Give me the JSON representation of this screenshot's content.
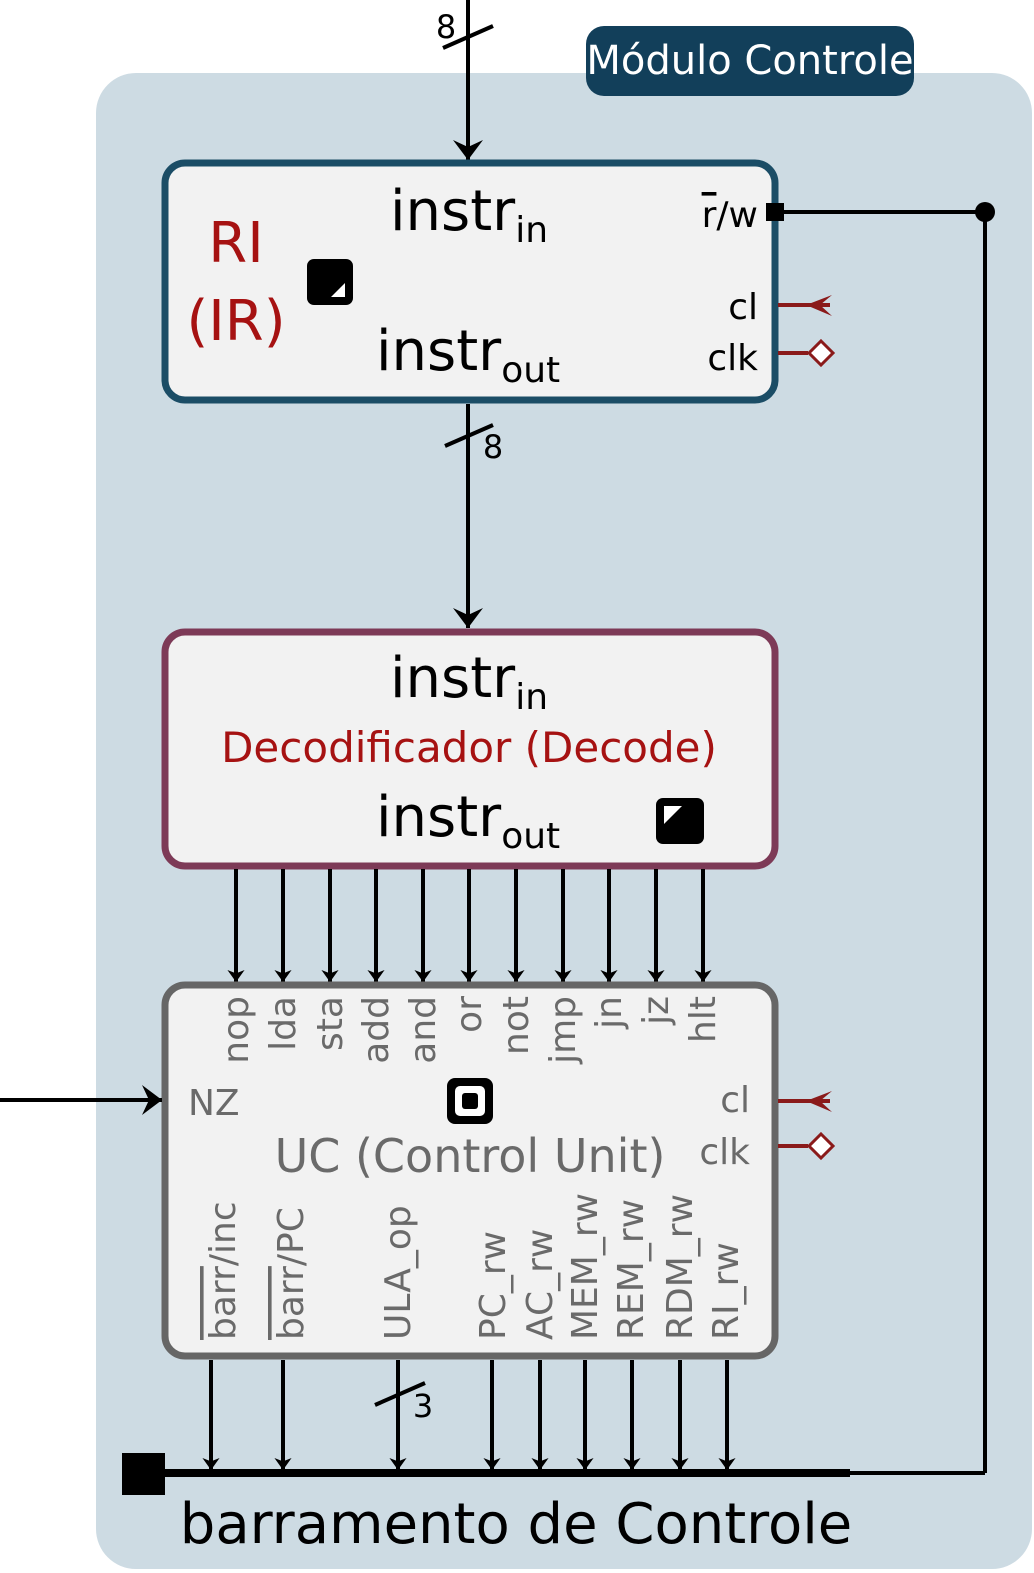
{
  "module": {
    "label": "Módulo Controle",
    "bus_in_width": "8"
  },
  "ri": {
    "name_line1": "RI",
    "name_line2": "(IR)",
    "in_port": "instr",
    "in_sub": "in",
    "out_port": "instr",
    "out_sub": "out",
    "rw_r": "r",
    "rw_rest": "/w",
    "cl": "cl",
    "clk": "clk",
    "out_width": "8"
  },
  "decoder": {
    "in_port": "instr",
    "in_sub": "in",
    "name": "Decodificador (Decode)",
    "out_port": "instr",
    "out_sub": "out"
  },
  "uc": {
    "name": "UC (Control Unit)",
    "nz": "NZ",
    "cl": "cl",
    "clk": "clk",
    "instructions": [
      "nop",
      "lda",
      "sta",
      "add",
      "and",
      "or",
      "not",
      "jmp",
      "jn",
      "jz",
      "hlt"
    ],
    "outputs": {
      "barr_inc": {
        "bar": "barr",
        "rest": "/inc"
      },
      "barr_pc": {
        "bar": "barr",
        "rest": "/PC"
      },
      "ula_op": "ULA_op",
      "signals": [
        "PC_rw",
        "AC_rw",
        "MEM_rw",
        "REM_rw",
        "RDM_rw",
        "RI_rw"
      ]
    },
    "ula_width": "3"
  },
  "bus": {
    "label": "barramento de Controle"
  },
  "colors": {
    "module_bg": "#cddbe3",
    "module_label_bg": "#123f5a",
    "ri_border": "#1b4d66",
    "decoder_border": "#7d3a57",
    "uc_border": "#666666",
    "box_fill": "#f2f2f2",
    "red_text": "#a61212",
    "uc_text": "#6a6a6a",
    "clock": "#8a1a1a"
  }
}
